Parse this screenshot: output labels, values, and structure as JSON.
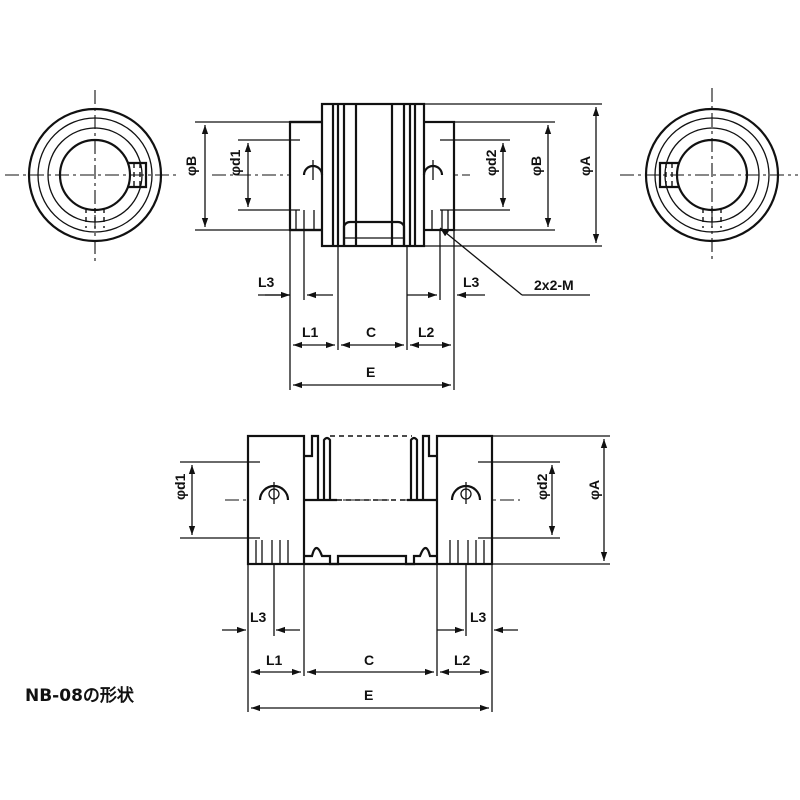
{
  "title": "NB-08の形状",
  "top_view": {
    "labels": {
      "phiB_left": "φB",
      "phid1": "φd1",
      "phid2": "φd2",
      "phiB_right": "φB",
      "phiA": "φA",
      "L3_left": "L3",
      "L3_right": "L3",
      "L1": "L1",
      "C": "C",
      "L2": "L2",
      "E": "E",
      "screw": "2x2-M"
    }
  },
  "bottom_view": {
    "labels": {
      "phid1": "φd1",
      "phid2": "φd2",
      "phiA": "φA",
      "L3_left": "L3",
      "L3_right": "L3",
      "L1": "L1",
      "C": "C",
      "L2": "L2",
      "E": "E"
    }
  }
}
